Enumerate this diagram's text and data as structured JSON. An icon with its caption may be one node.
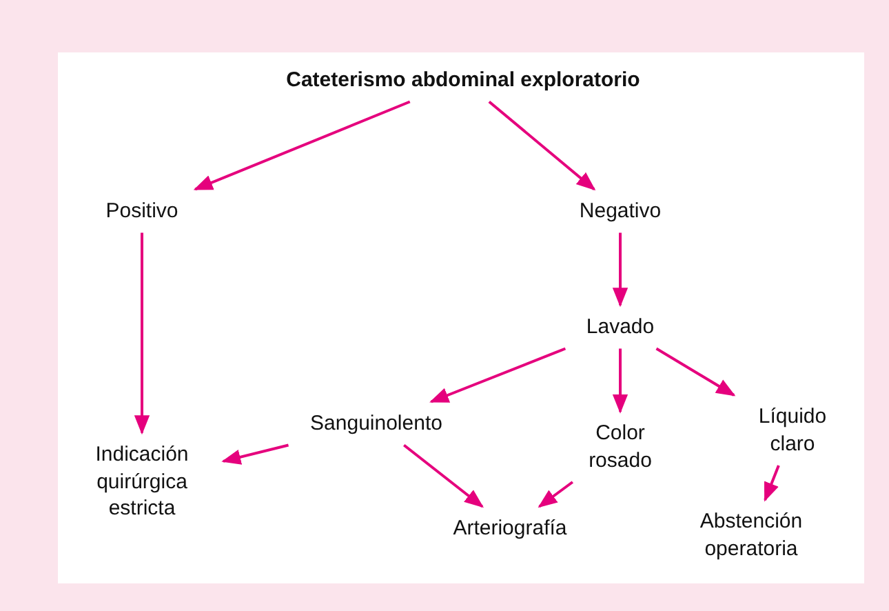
{
  "diagram": {
    "nodes": [
      {
        "text": [
          "Cateterismo abdominal exploratorio"
        ]
      },
      {
        "text": [
          "Positivo"
        ]
      },
      {
        "text": [
          "Negativo"
        ]
      },
      {
        "text": [
          "Lavado"
        ]
      },
      {
        "text": [
          "Sanguinolento"
        ]
      },
      {
        "text": [
          "Color rosado"
        ]
      },
      {
        "text": [
          "Líquido claro"
        ]
      },
      {
        "text": [
          "Indicación quirúrgica estricta"
        ]
      },
      {
        "text": [
          "Arteriografía"
        ]
      },
      {
        "text": [
          "Abstención operatoria"
        ]
      }
    ],
    "edges": [
      {
        "from": 0,
        "to": 1,
        "arrow": "to"
      },
      {
        "from": 0,
        "to": 2,
        "arrow": "to"
      },
      {
        "from": 1,
        "to": 7,
        "arrow": "to"
      },
      {
        "from": 2,
        "to": 3,
        "arrow": "to"
      },
      {
        "from": 3,
        "to": 4,
        "arrow": "to"
      },
      {
        "from": 3,
        "to": 5,
        "arrow": "to"
      },
      {
        "from": 3,
        "to": 6,
        "arrow": "to"
      },
      {
        "from": 4,
        "to": 7,
        "arrow": "to"
      },
      {
        "from": 4,
        "to": 8,
        "arrow": "to"
      },
      {
        "from": 5,
        "to": 8,
        "arrow": "to"
      },
      {
        "from": 6,
        "to": 9,
        "arrow": "to"
      }
    ]
  }
}
